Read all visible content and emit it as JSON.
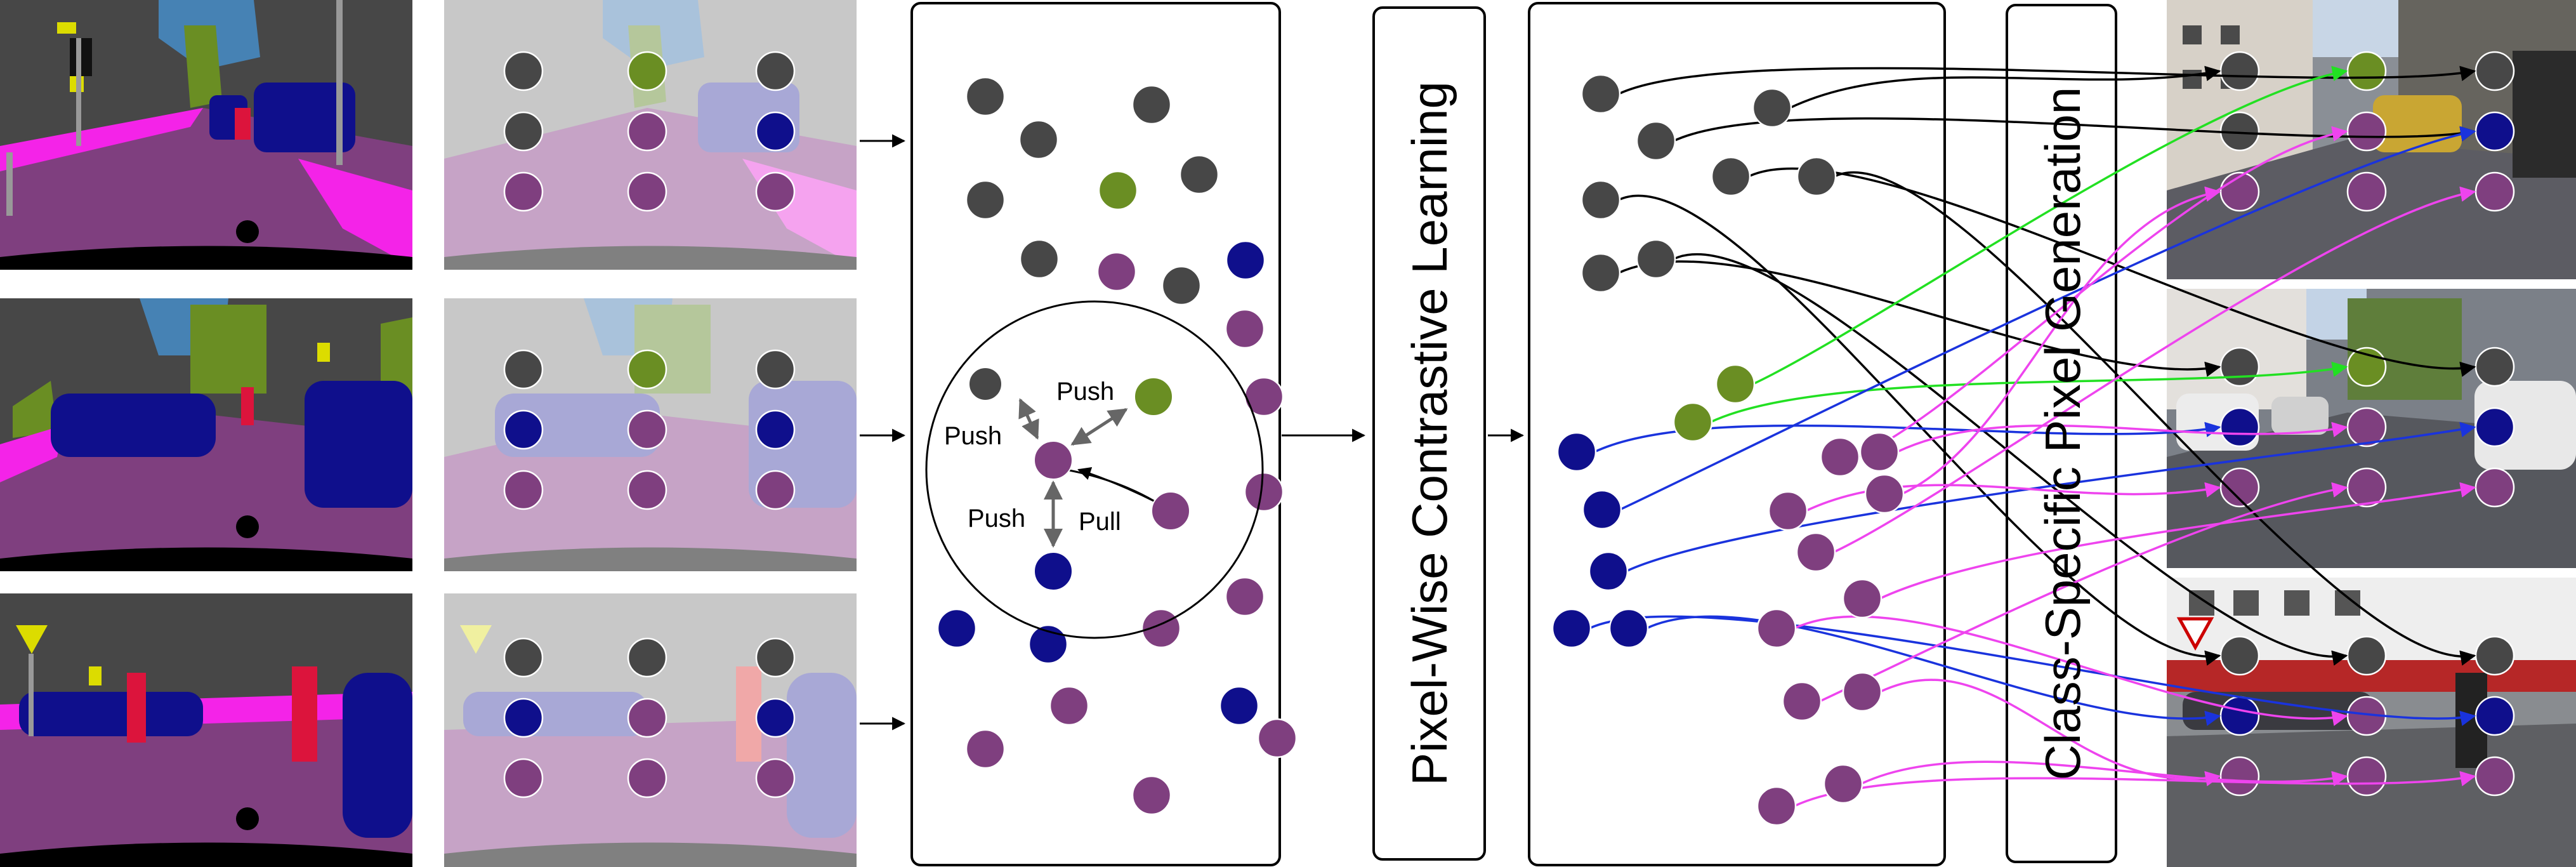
{
  "title_stage1": "Pixel-Wise Contrastive Learning",
  "title_stage2": "Class-Specific Pixel Generation",
  "relations": {
    "push_top": "Push",
    "push_left": "Push",
    "push_bottom": "Push",
    "pull": "Pull"
  },
  "colors": {
    "road": "#7f3f7f",
    "building": "#474747",
    "vegetation": "#6a8e23",
    "car": "#0f0f8c",
    "sidewalk": "#f423e8",
    "person": "#dc143c",
    "sky": "#4682b4",
    "sign": "#dcdc00",
    "pole": "#999999",
    "edge_gray": "#000000",
    "edge_green": "#22e022",
    "edge_blue": "#1a33dd",
    "edge_pink": "#ee44ee"
  },
  "icons": {
    "arrow": "right-arrow-icon"
  }
}
